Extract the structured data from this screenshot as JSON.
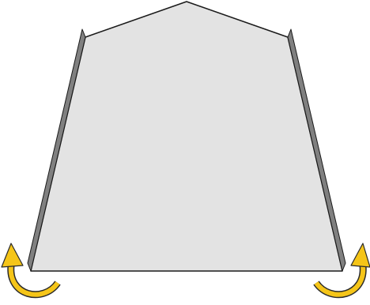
{
  "diagram": {
    "shape": "folded-panel",
    "colors": {
      "background": "#ffffff",
      "panel_fill": "#e3e3e3",
      "outline": "#1a1a1a",
      "side_flange": "#808080",
      "arrow_fill": "#f5c518",
      "arrow_stroke": "#2a2a2a"
    },
    "arrows": [
      {
        "name": "left-fold-arrow",
        "direction": "curl-up-left"
      },
      {
        "name": "right-fold-arrow",
        "direction": "curl-up-right"
      }
    ]
  }
}
